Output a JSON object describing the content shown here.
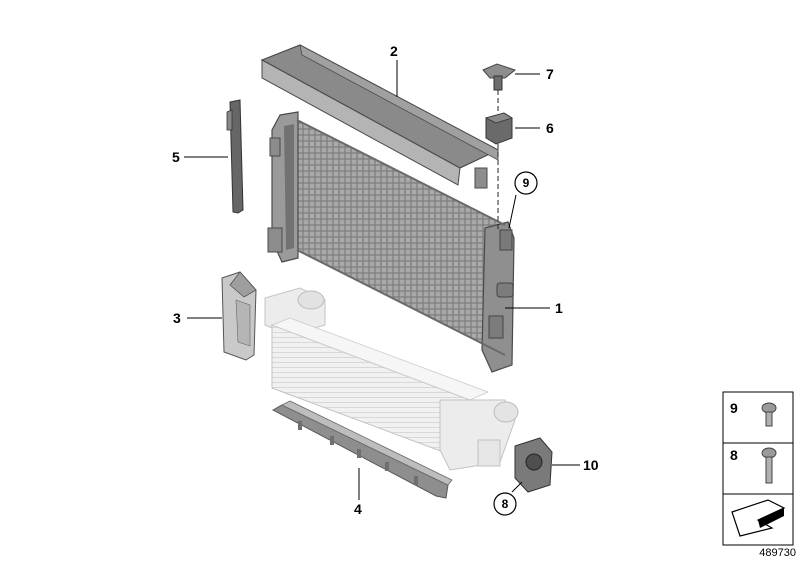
{
  "diagram": {
    "callouts": {
      "radiator": "1",
      "upper_air_duct": "2",
      "left_air_guide": "3",
      "lower_air_guide": "4",
      "side_seal": "5",
      "rubber_mount": "6",
      "clip_fastener": "7",
      "screw_circled": "9",
      "mounting_bracket": "10",
      "bracket_screw_circled": "8"
    },
    "legend": {
      "item_top": "9",
      "item_bottom": "8"
    },
    "document_number": "489730"
  }
}
